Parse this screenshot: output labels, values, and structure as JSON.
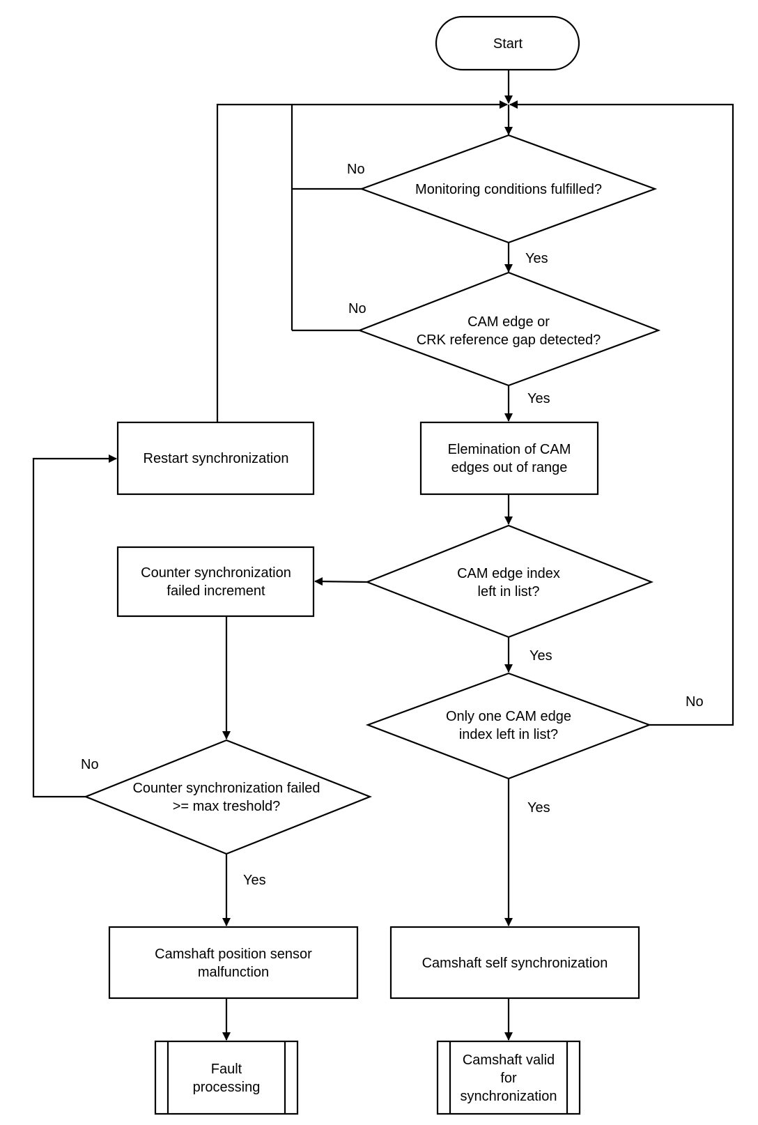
{
  "nodes": {
    "start": {
      "lines": [
        "Start"
      ]
    },
    "monitoring": {
      "lines": [
        "Monitoring conditions fulfilled?"
      ]
    },
    "cam_edge": {
      "lines": [
        "CAM edge or",
        "CRK reference gap detected?"
      ]
    },
    "elimination": {
      "lines": [
        "Elemination of CAM",
        "edges out of range"
      ]
    },
    "restart": {
      "lines": [
        "Restart synchronization"
      ]
    },
    "index_left": {
      "lines": [
        "CAM edge index",
        "left in list?"
      ]
    },
    "counter_inc": {
      "lines": [
        "Counter synchronization",
        "failed increment"
      ]
    },
    "only_one": {
      "lines": [
        "Only one CAM edge",
        "index left in list?"
      ]
    },
    "threshold": {
      "lines": [
        "Counter synchronization failed",
        ">= max treshold?"
      ]
    },
    "malfunction": {
      "lines": [
        "Camshaft position sensor",
        "malfunction"
      ]
    },
    "self_sync": {
      "lines": [
        "Camshaft self synchronization"
      ]
    },
    "fault": {
      "lines": [
        "Fault",
        "processing"
      ]
    },
    "valid": {
      "lines": [
        "Camshaft valid",
        "for",
        "synchronization"
      ]
    }
  },
  "edge_labels": {
    "monitoring_no": "No",
    "monitoring_yes": "Yes",
    "cam_edge_no": "No",
    "cam_edge_yes": "Yes",
    "index_left_yes": "Yes",
    "only_one_no": "No",
    "only_one_yes": "Yes",
    "threshold_no": "No",
    "threshold_yes": "Yes"
  }
}
